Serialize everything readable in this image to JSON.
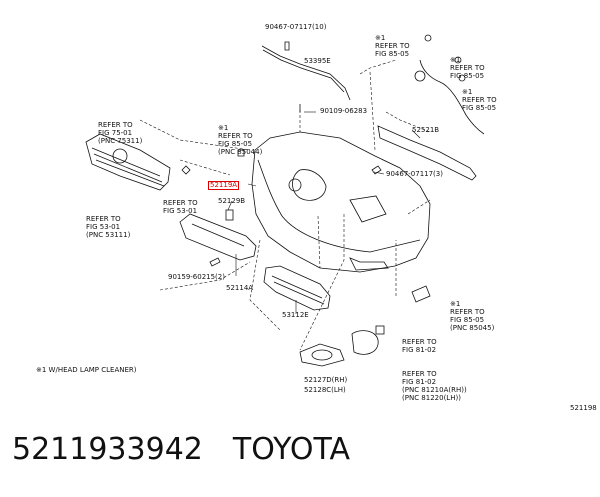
{
  "diagram": {
    "part_labels": {
      "p90467_top": "90467-07117(10)",
      "p53395E": "53395E",
      "p90109": "90109-06283",
      "p52521B": "52521B",
      "p90467_mid": "90467-07117(3)",
      "p52119A": "52119A",
      "p52129B": "52129B",
      "p52114A": "52114A",
      "p90159": "90159-60215(2)",
      "p53112E": "53112E",
      "p52127D": "52127D(RH)",
      "p52128C": "52128C(LH)",
      "p521198": "521198"
    },
    "refs": {
      "ref_85_05_top": [
        "※1",
        "REFER TO",
        "FIG 85-05"
      ],
      "ref_85_05_r1": [
        "※1",
        "REFER TO",
        "FIG 85-05"
      ],
      "ref_85_05_r2": [
        "※1",
        "REFER TO",
        "FIG 85-05"
      ],
      "ref_75_01": [
        "REFER TO",
        "FIG 75-01",
        "(PNC 75311)"
      ],
      "ref_85_05_left": [
        "※1",
        "REFER TO",
        "FIG 85-05",
        "(PNC 85044)"
      ],
      "ref_53_01_a": [
        "REFER TO",
        "FIG 53-01"
      ],
      "ref_53_01_b": [
        "REFER TO",
        "FIG 53-01",
        "(PNC 53111)"
      ],
      "ref_85_05_bottom": [
        "※1",
        "REFER TO",
        "FIG 85-05",
        "(PNC 85045)"
      ],
      "ref_81_02_a": [
        "REFER TO",
        "FIG 81-02"
      ],
      "ref_81_02_b": [
        "REFER TO",
        "FIG 81-02",
        "(PNC 81210A(RH))",
        "(PNC 81220(LH))"
      ]
    },
    "note": "※1 W/HEAD LAMP CLEANER)"
  },
  "footer": {
    "part_number": "5211933942",
    "brand": "TOYOTA"
  },
  "colors": {
    "line": "#111111",
    "highlight": "#e00000"
  }
}
